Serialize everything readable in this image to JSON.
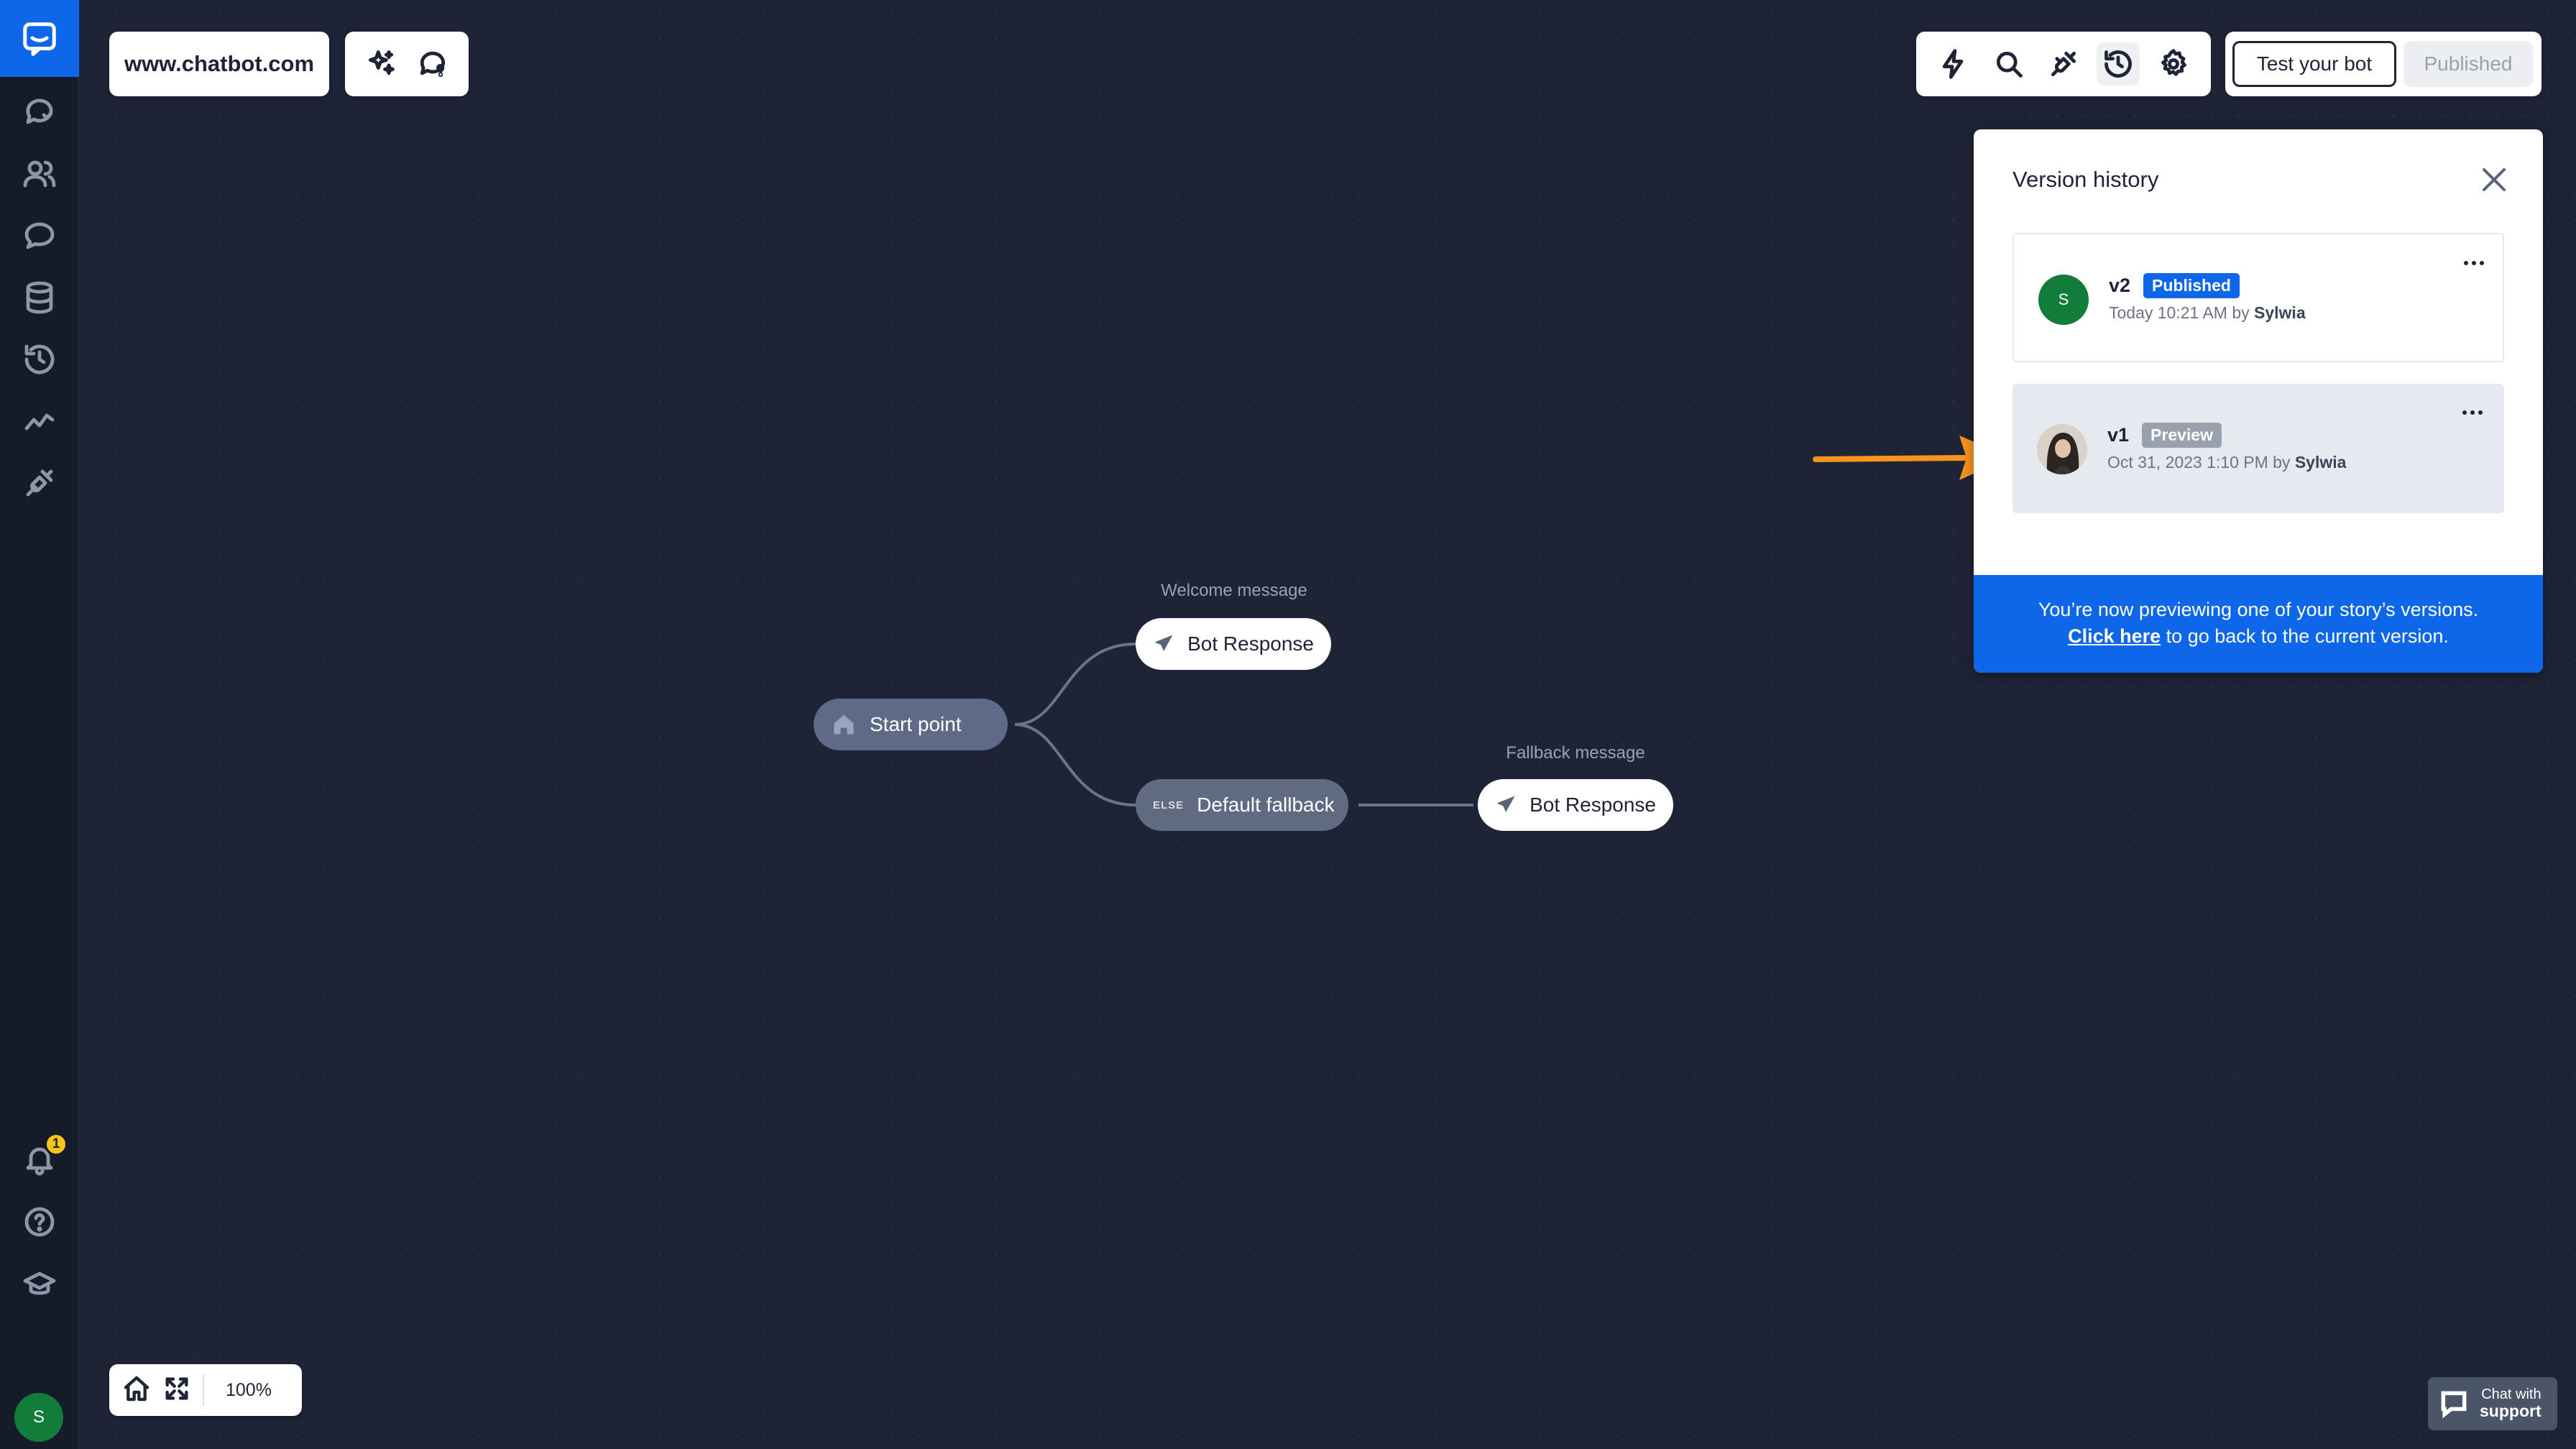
{
  "header": {
    "site_name": "www.chatbot.com",
    "test_bot_label": "Test your bot",
    "published_label": "Published"
  },
  "flow": {
    "start_node": "Start point",
    "welcome_label": "Welcome message",
    "welcome_response": "Bot Response",
    "fallback_else_tag": "ELSE",
    "fallback_node": "Default fallback",
    "fallback_label": "Fallback message",
    "fallback_response": "Bot Response"
  },
  "version_history": {
    "title": "Version history",
    "versions": [
      {
        "name": "v2",
        "badge": "Published",
        "meta_prefix": "Today 10:21 AM by",
        "author": "Sylwia",
        "avatar_initial": "S"
      },
      {
        "name": "v1",
        "badge": "Preview",
        "meta_prefix": "Oct 31, 2023 1:10 PM by",
        "author": "Sylwia"
      }
    ],
    "banner_text": "You’re now previewing one of your story’s versions.",
    "banner_link": "Click here",
    "banner_suffix": " to go back to the current version."
  },
  "sidebar": {
    "notification_count": "1",
    "user_initial": "S"
  },
  "zoom": {
    "level": "100%"
  },
  "support": {
    "line1": "Chat with",
    "line2": "support"
  },
  "colors": {
    "canvas_bg": "#1e2435",
    "brand_blue": "#0e66e8",
    "avatar_green": "#127c3b",
    "annotation_arrow": "#f7941d"
  }
}
